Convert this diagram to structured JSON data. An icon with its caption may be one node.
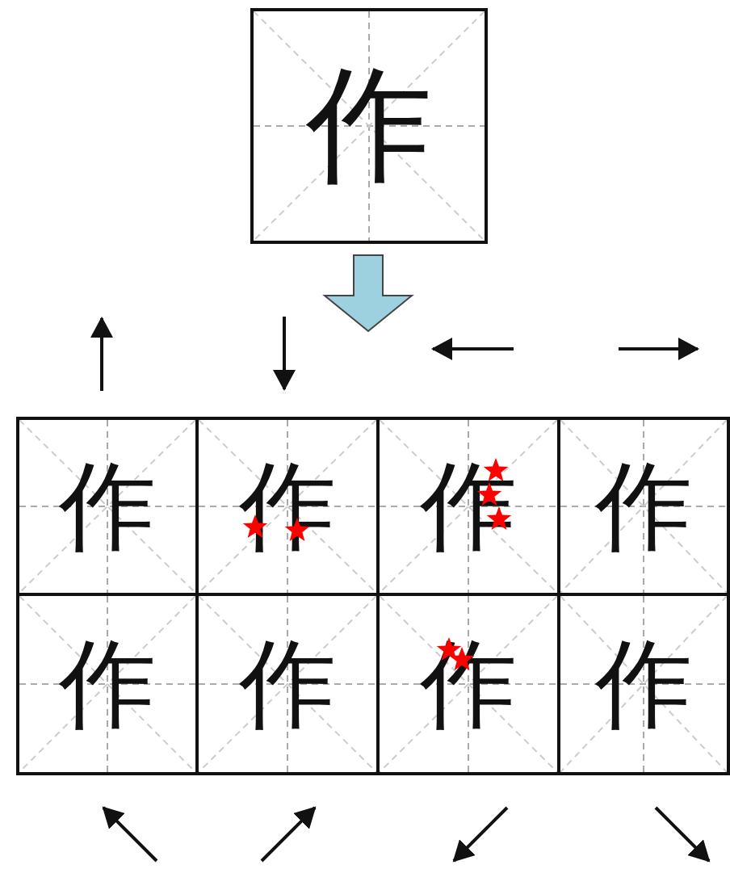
{
  "diagram": {
    "nodes": [
      {
        "text": [
          "作"
        ]
      },
      {
        "text": [
          "作"
        ]
      },
      {
        "text": [
          "作"
        ]
      },
      {
        "text": [
          "作"
        ]
      },
      {
        "text": [
          "作"
        ]
      },
      {
        "text": [
          "作"
        ]
      },
      {
        "text": [
          "作"
        ]
      },
      {
        "text": [
          "作"
        ]
      },
      {
        "text": [
          "作"
        ]
      }
    ]
  }
}
